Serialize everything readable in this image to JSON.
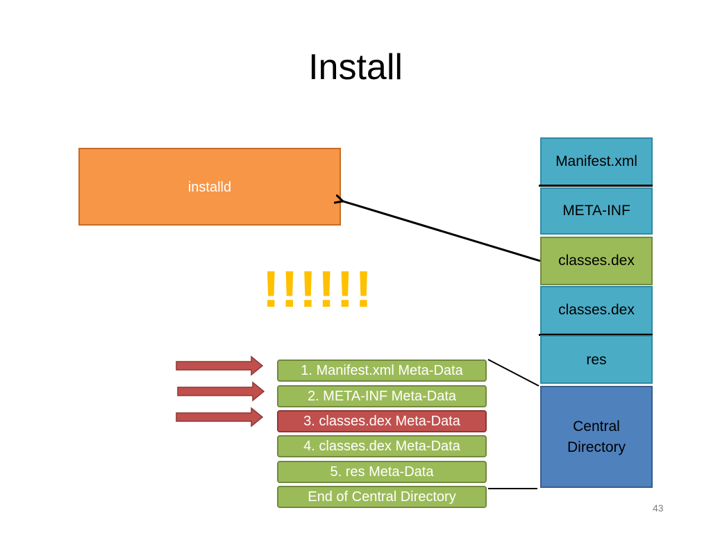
{
  "slide": {
    "title": "Install",
    "page_number": "43",
    "exclamation": "!!!!!!"
  },
  "installd": {
    "label": "installd"
  },
  "apk": {
    "manifest": "Manifest.xml",
    "metainf": "META-INF",
    "dex1": "classes.dex",
    "dex2": "classes.dex",
    "res": "res",
    "central_directory": [
      "Central",
      "Directory"
    ]
  },
  "metadata_list": [
    "1. Manifest.xml Meta-Data",
    "2. META-INF Meta-Data",
    "3. classes.dex Meta-Data",
    "4. classes.dex Meta-Data",
    "5. res Meta-Data",
    "End of Central Directory"
  ],
  "colors": {
    "installd": "#f79646",
    "teal": "#4bacc6",
    "green": "#9bbb59",
    "blue": "#4f81bd",
    "red": "#c0504d",
    "exclamation": "#ffc000"
  }
}
